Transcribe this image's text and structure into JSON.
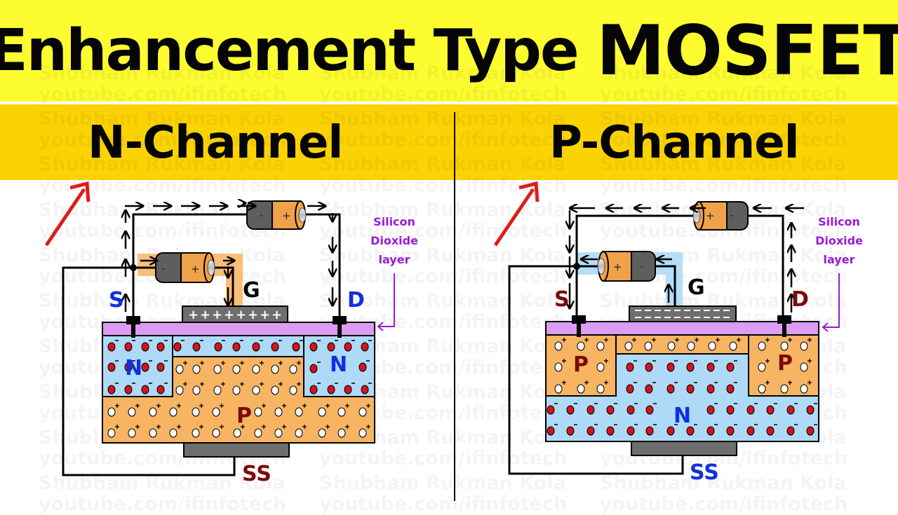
{
  "title": {
    "prefix": "Enhancement Type ",
    "emphasis": "MOSFET"
  },
  "panels": [
    {
      "heading": "N-Channel",
      "source_label": "S",
      "drain_label": "D",
      "gate_label": "G",
      "substrate_label": "SS",
      "body_label": "P",
      "source_region_label": "N",
      "drain_region_label": "N",
      "oxide_label_lines": [
        "Silicon",
        "Dioxide",
        "layer"
      ],
      "gate_charge_symbol": "+",
      "label_color_source_drain": "#1030e0",
      "label_color_substrate": "#7a0a0a",
      "body_region_color": "#f7b462",
      "channel_region_color": "#aedaf7",
      "current_direction": "clockwise (S → top → D)"
    },
    {
      "heading": "P-Channel",
      "source_label": "S",
      "drain_label": "D",
      "gate_label": "G",
      "substrate_label": "SS",
      "body_label": "N",
      "source_region_label": "P",
      "drain_region_label": "P",
      "oxide_label_lines": [
        "Silicon",
        "Dioxide",
        "layer"
      ],
      "gate_charge_symbol": "-",
      "label_color_source_drain": "#7a0a0a",
      "label_color_substrate": "#1030e0",
      "body_region_color": "#aedaf7",
      "channel_region_color": "#f7b462",
      "current_direction": "counter-clockwise (D → top → S)"
    }
  ],
  "battery": {
    "positive": "+",
    "negative": "-"
  },
  "colors": {
    "title_band": "#fcfc30",
    "subtitle_band": "#fbd304",
    "oxide_layer": "#dc9cf3",
    "gate_metal": "#6e6e6e",
    "electron": "#d3141c",
    "hole": "#ffffff",
    "pointer_arrow": "#e01b1b",
    "oxide_label": "#9b1ad6"
  },
  "watermark": {
    "line1": "Shubham Rukman Kola",
    "line2": "youtube.com/ifinfotech"
  }
}
